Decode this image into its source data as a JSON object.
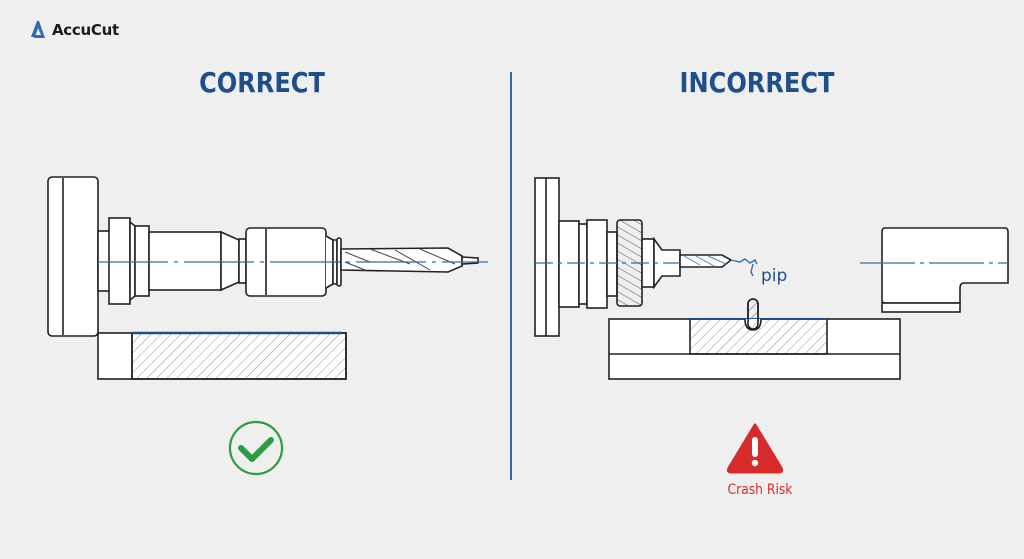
{
  "brand": {
    "name": "AccuCut",
    "logo_icon": "accucut-a-logo-icon",
    "logo_color": "#2b6cb8"
  },
  "panels": {
    "correct": {
      "heading": "CORRECT",
      "status_icon": "check-circle-icon",
      "status_color": "#2a9d3f"
    },
    "incorrect": {
      "heading": "INCORRECT",
      "annotation": "pip",
      "status_icon": "warning-triangle-icon",
      "status_label": "Crash Risk",
      "status_color": "#d72b2b"
    }
  },
  "colors": {
    "heading": "#1f4e8c",
    "centerline": "#2f6db0",
    "outline": "#222222",
    "background": "#efefef"
  }
}
